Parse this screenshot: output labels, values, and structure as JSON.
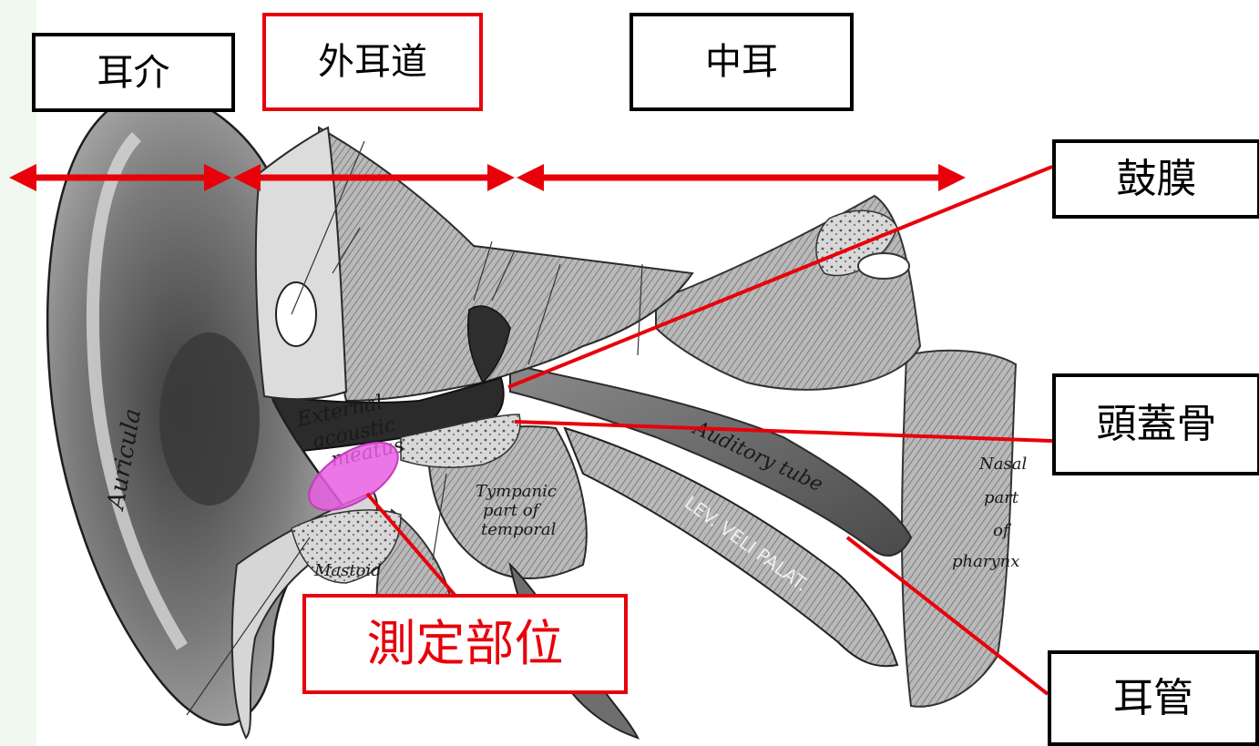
{
  "colors": {
    "annotation_red": "#e8000b",
    "box_black": "#000000",
    "highlight_magenta": "#e85ee0",
    "bg_tint": "#e8f4e4"
  },
  "labels": {
    "auricle": "耳介",
    "external_canal": "外耳道",
    "middle_ear": "中耳",
    "eardrum": "鼓膜",
    "skull": "頭蓋骨",
    "eustachian_tube": "耳管",
    "measurement_site": "測定部位"
  },
  "illustration_text": {
    "auricula": "Auricula",
    "external_acoustic_meatus": [
      "External",
      "acoustic",
      "meatus"
    ],
    "tympanic_part": [
      "Tympanic",
      "part of",
      "temporal"
    ],
    "mastoid": "Mastoid",
    "auditory_tube": "Auditory tube",
    "lev_veli_palat": "LEV. VELI PALAT.",
    "nasal_part": [
      "Nasal",
      "part",
      "of",
      "pharynx"
    ]
  }
}
